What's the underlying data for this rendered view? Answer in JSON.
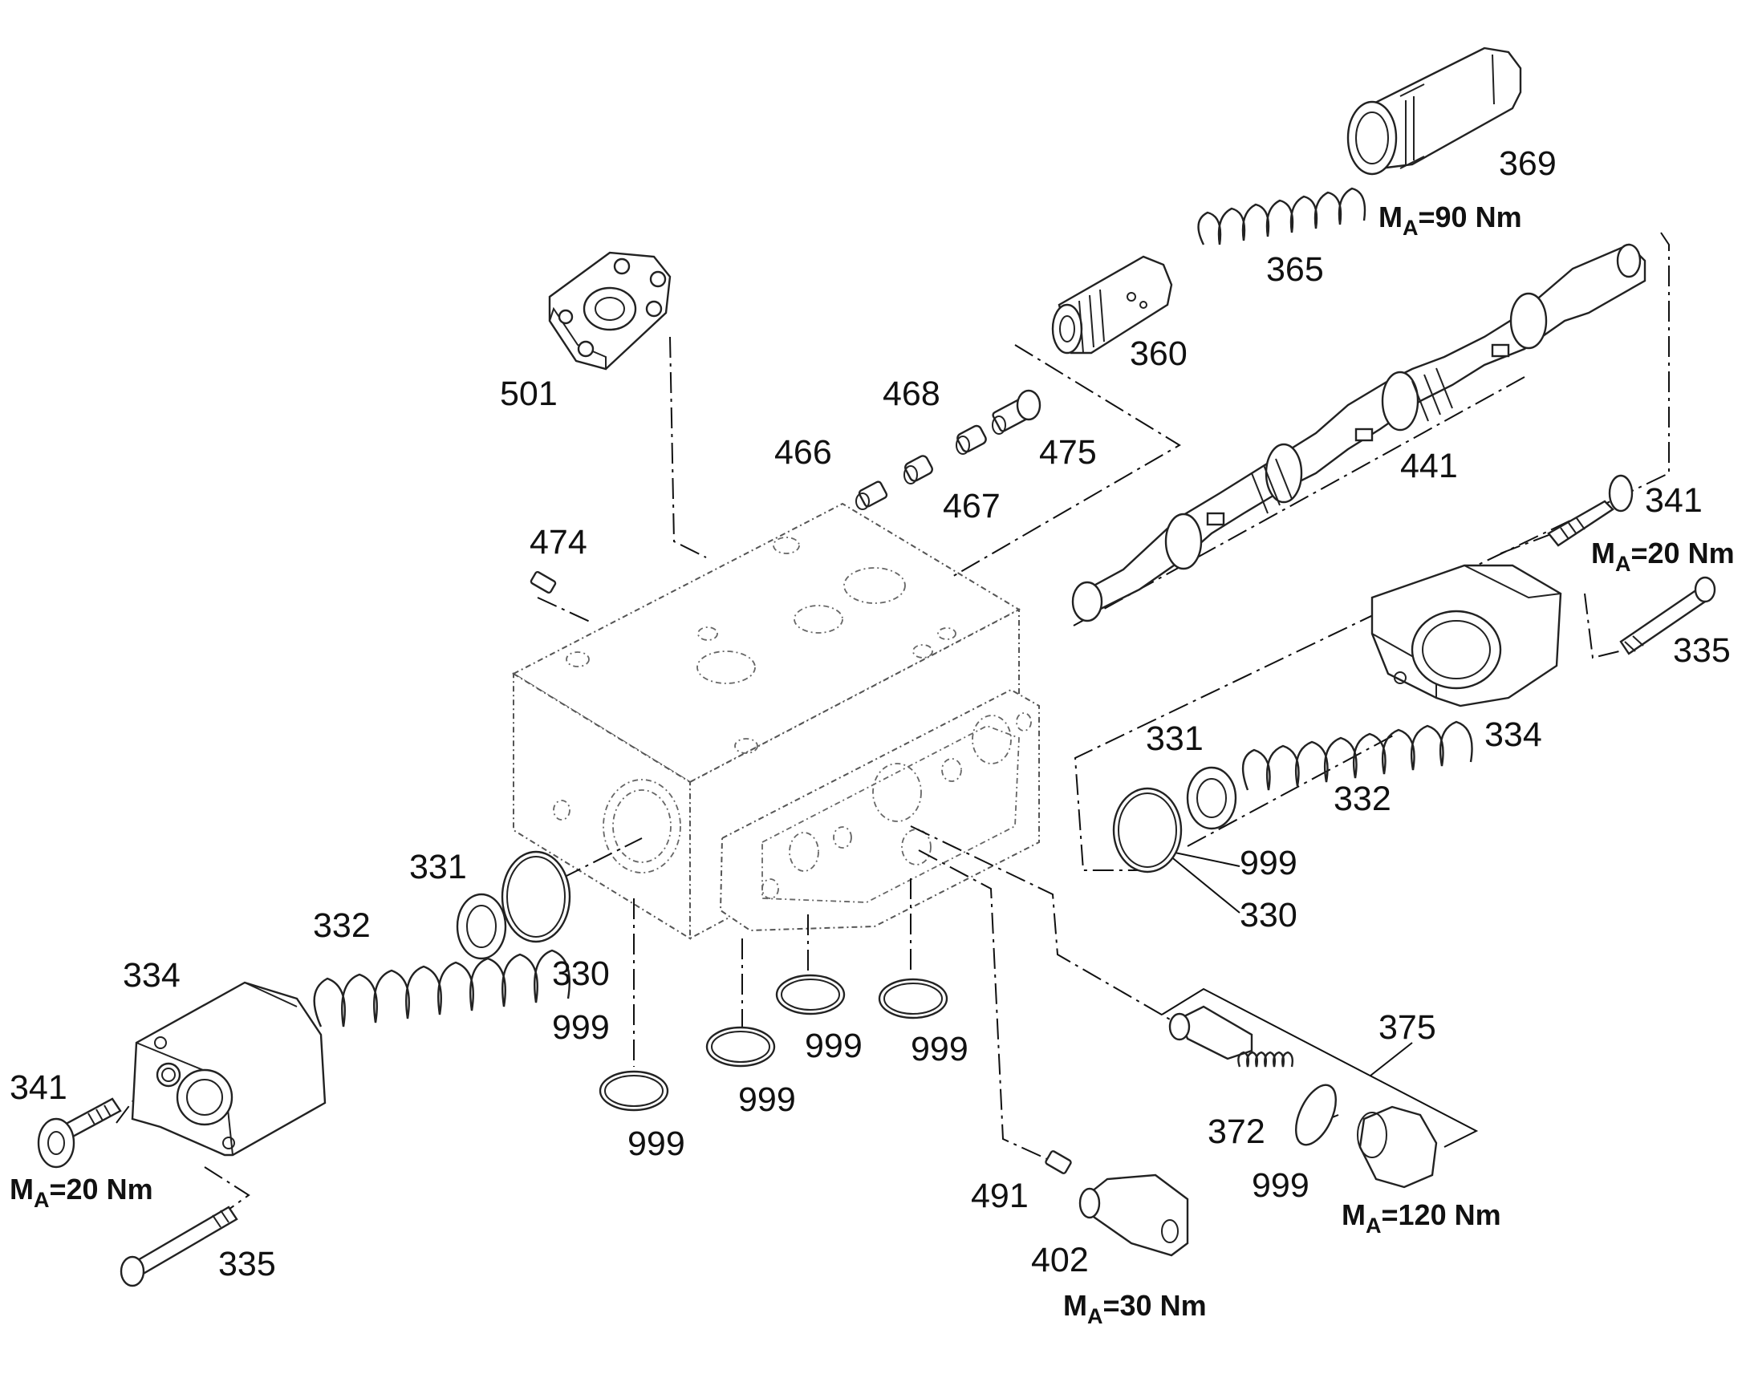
{
  "labels": {
    "369": "369",
    "365": "365",
    "360": "360",
    "501": "501",
    "468": "468",
    "475": "475",
    "466": "466",
    "467": "467",
    "441": "441",
    "474": "474",
    "341_right": "341",
    "335_right": "335",
    "334_right": "334",
    "331_right": "331",
    "332_right": "332",
    "999_right": "999",
    "330_right": "330",
    "331_left": "331",
    "332_left": "332",
    "334_left": "334",
    "330_left": "330",
    "999_left": "999",
    "999_a": "999",
    "999_b": "999",
    "999_c": "999",
    "999_d": "999",
    "341_left": "341",
    "335_left": "335",
    "375": "375",
    "372": "372",
    "999_375": "999",
    "491": "491",
    "402": "402"
  },
  "torques": {
    "369": {
      "prefix": "M",
      "sub": "A",
      "value": "=90 Nm"
    },
    "341_right": {
      "prefix": "M",
      "sub": "A",
      "value": "=20 Nm"
    },
    "341_left": {
      "prefix": "M",
      "sub": "A",
      "value": "=20 Nm"
    },
    "375": {
      "prefix": "M",
      "sub": "A",
      "value": "=120 Nm"
    },
    "402": {
      "prefix": "M",
      "sub": "A",
      "value": "=30 Nm"
    }
  }
}
